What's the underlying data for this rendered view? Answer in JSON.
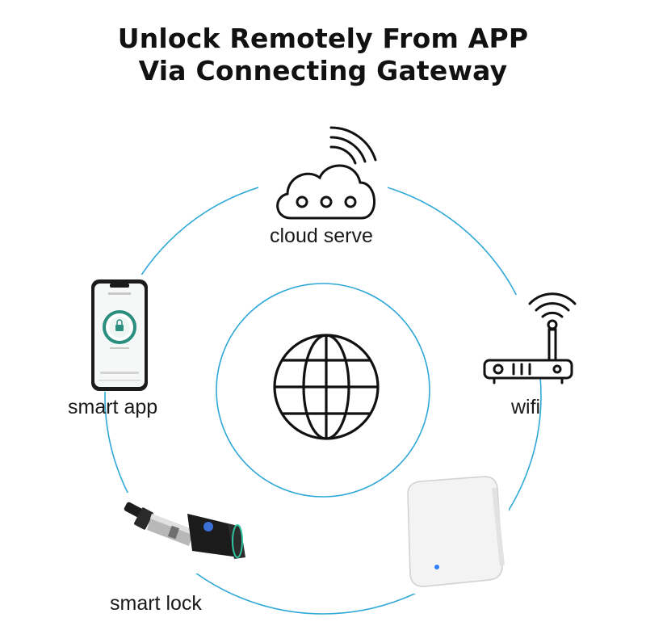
{
  "title": {
    "line1": "Unlock Remotely From APP",
    "line2": "Via Connecting Gateway"
  },
  "nodes": {
    "cloud": {
      "label": "cloud serve",
      "icon": "cloud-icon"
    },
    "wifi": {
      "label": "wifi",
      "icon": "router-icon"
    },
    "app": {
      "label": "smart app",
      "icon": "smartphone-icon"
    },
    "lock": {
      "label": "smart lock",
      "icon": "lock-cylinder-icon"
    },
    "gateway": {
      "icon": "gateway-hub-icon"
    },
    "center": {
      "icon": "globe-icon"
    }
  },
  "colors": {
    "ring": "#2fa8d8",
    "icon_stroke": "#111111",
    "app_accent": "#2a8f7f",
    "gateway_led": "#2f7fff"
  }
}
